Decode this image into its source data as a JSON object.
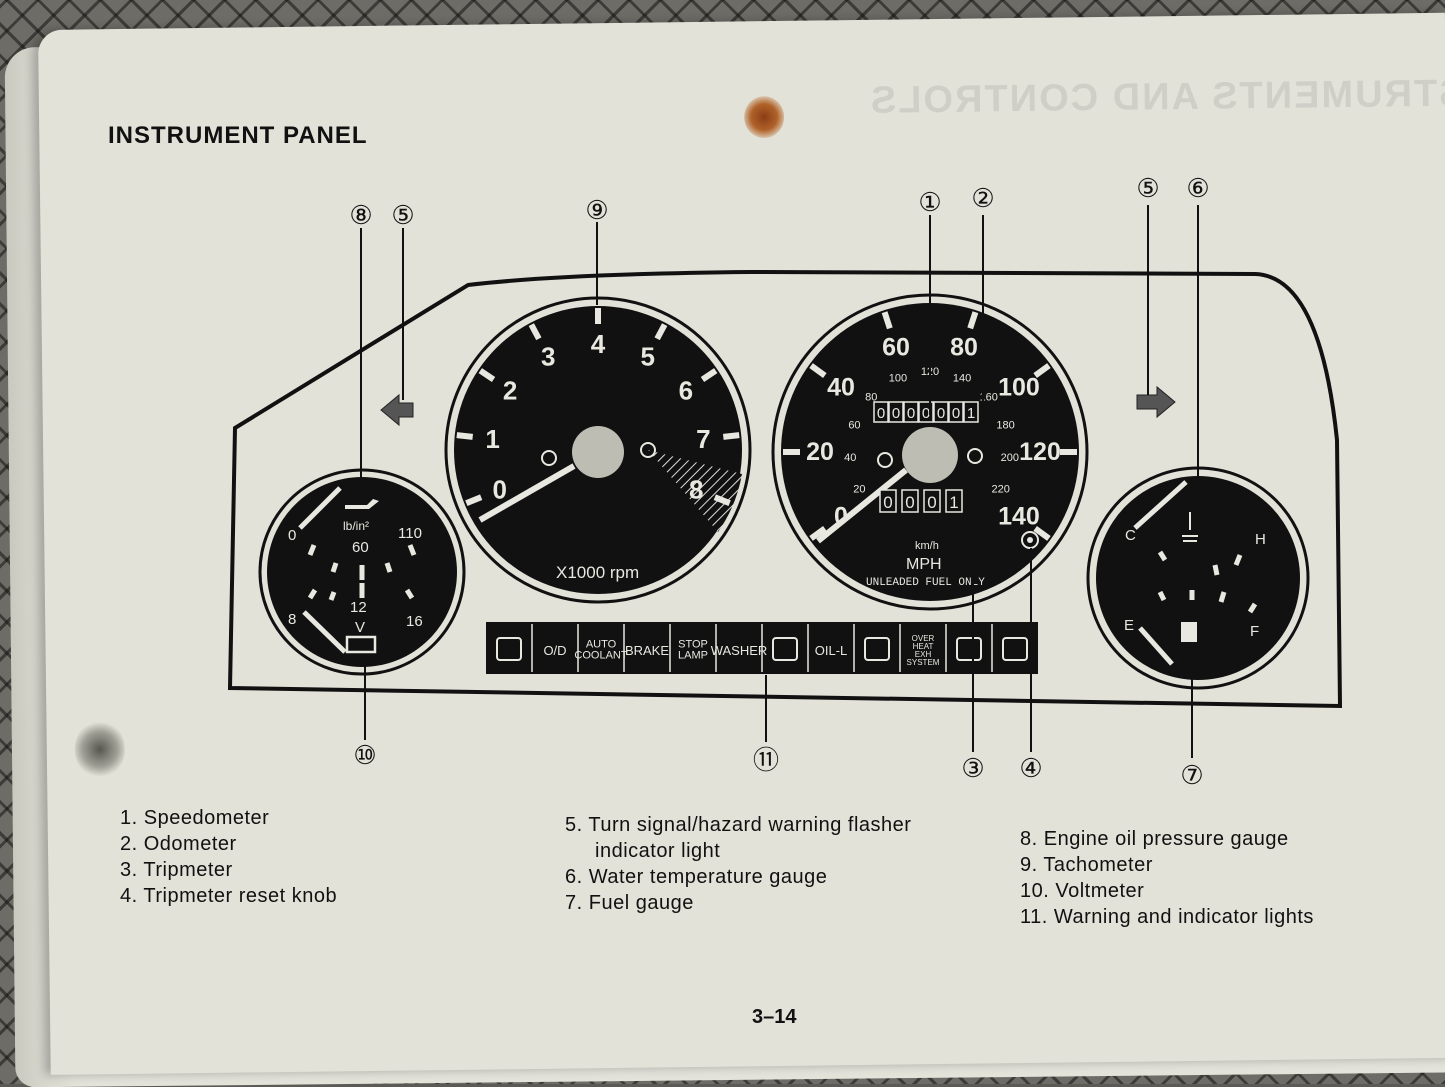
{
  "heading": "INSTRUMENT PANEL",
  "page_number": "3–14",
  "callouts": [
    "①",
    "②",
    "③",
    "④",
    "⑤",
    "⑤",
    "⑥",
    "⑦",
    "⑧",
    "⑨",
    "⑩",
    "⑪"
  ],
  "tach": {
    "numbers": [
      "0",
      "1",
      "2",
      "3",
      "4",
      "5",
      "6",
      "7",
      "8"
    ],
    "unit": "X1000 rpm"
  },
  "speedo": {
    "mph_numbers": [
      "0",
      "20",
      "40",
      "60",
      "80",
      "100",
      "120",
      "140"
    ],
    "kmh_numbers": [
      "20",
      "40",
      "60",
      "80",
      "100",
      "120",
      "140",
      "160",
      "180",
      "200",
      "220"
    ],
    "odometer": [
      "0",
      "0",
      "0",
      "0",
      "0",
      "0",
      "1"
    ],
    "tripmeter": [
      "0",
      "0",
      "0",
      "1"
    ],
    "unit_kmh": "km/h",
    "unit_mph": "MPH",
    "fuel_note": "UNLEADED  FUEL  ONLY"
  },
  "left_gauge": {
    "oil_unit": "lb/in²",
    "oil_low": "0",
    "oil_mid": "60",
    "oil_high": "110",
    "volt_low": "8",
    "volt_mid": "12",
    "volt_high": "16",
    "volt_unit": "V"
  },
  "right_gauge": {
    "temp_low": "C",
    "temp_high": "H",
    "fuel_low": "E",
    "fuel_high": "F"
  },
  "warning_lights": [
    "",
    "O/D",
    "AUTO COOLANT",
    "BRAKE",
    "STOP LAMP",
    "WASHER",
    "",
    "OIL-L",
    "",
    "OVER HEAT EXH SYSTEM",
    "",
    ""
  ],
  "legend": {
    "col1": [
      "1. Speedometer",
      "2. Odometer",
      "3. Tripmeter",
      "4. Tripmeter  reset  knob"
    ],
    "col2": [
      "5. Turn signal/hazard warning flasher",
      "indicator light",
      "6. Water  temperature  gauge",
      "7. Fuel gauge"
    ],
    "col3": [
      "8. Engine oil pressure gauge",
      "9. Tachometer",
      "10. Voltmeter",
      "11. Warning and indicator lights"
    ]
  },
  "background_text": "INSTRUMENTS AND CONTROLS"
}
